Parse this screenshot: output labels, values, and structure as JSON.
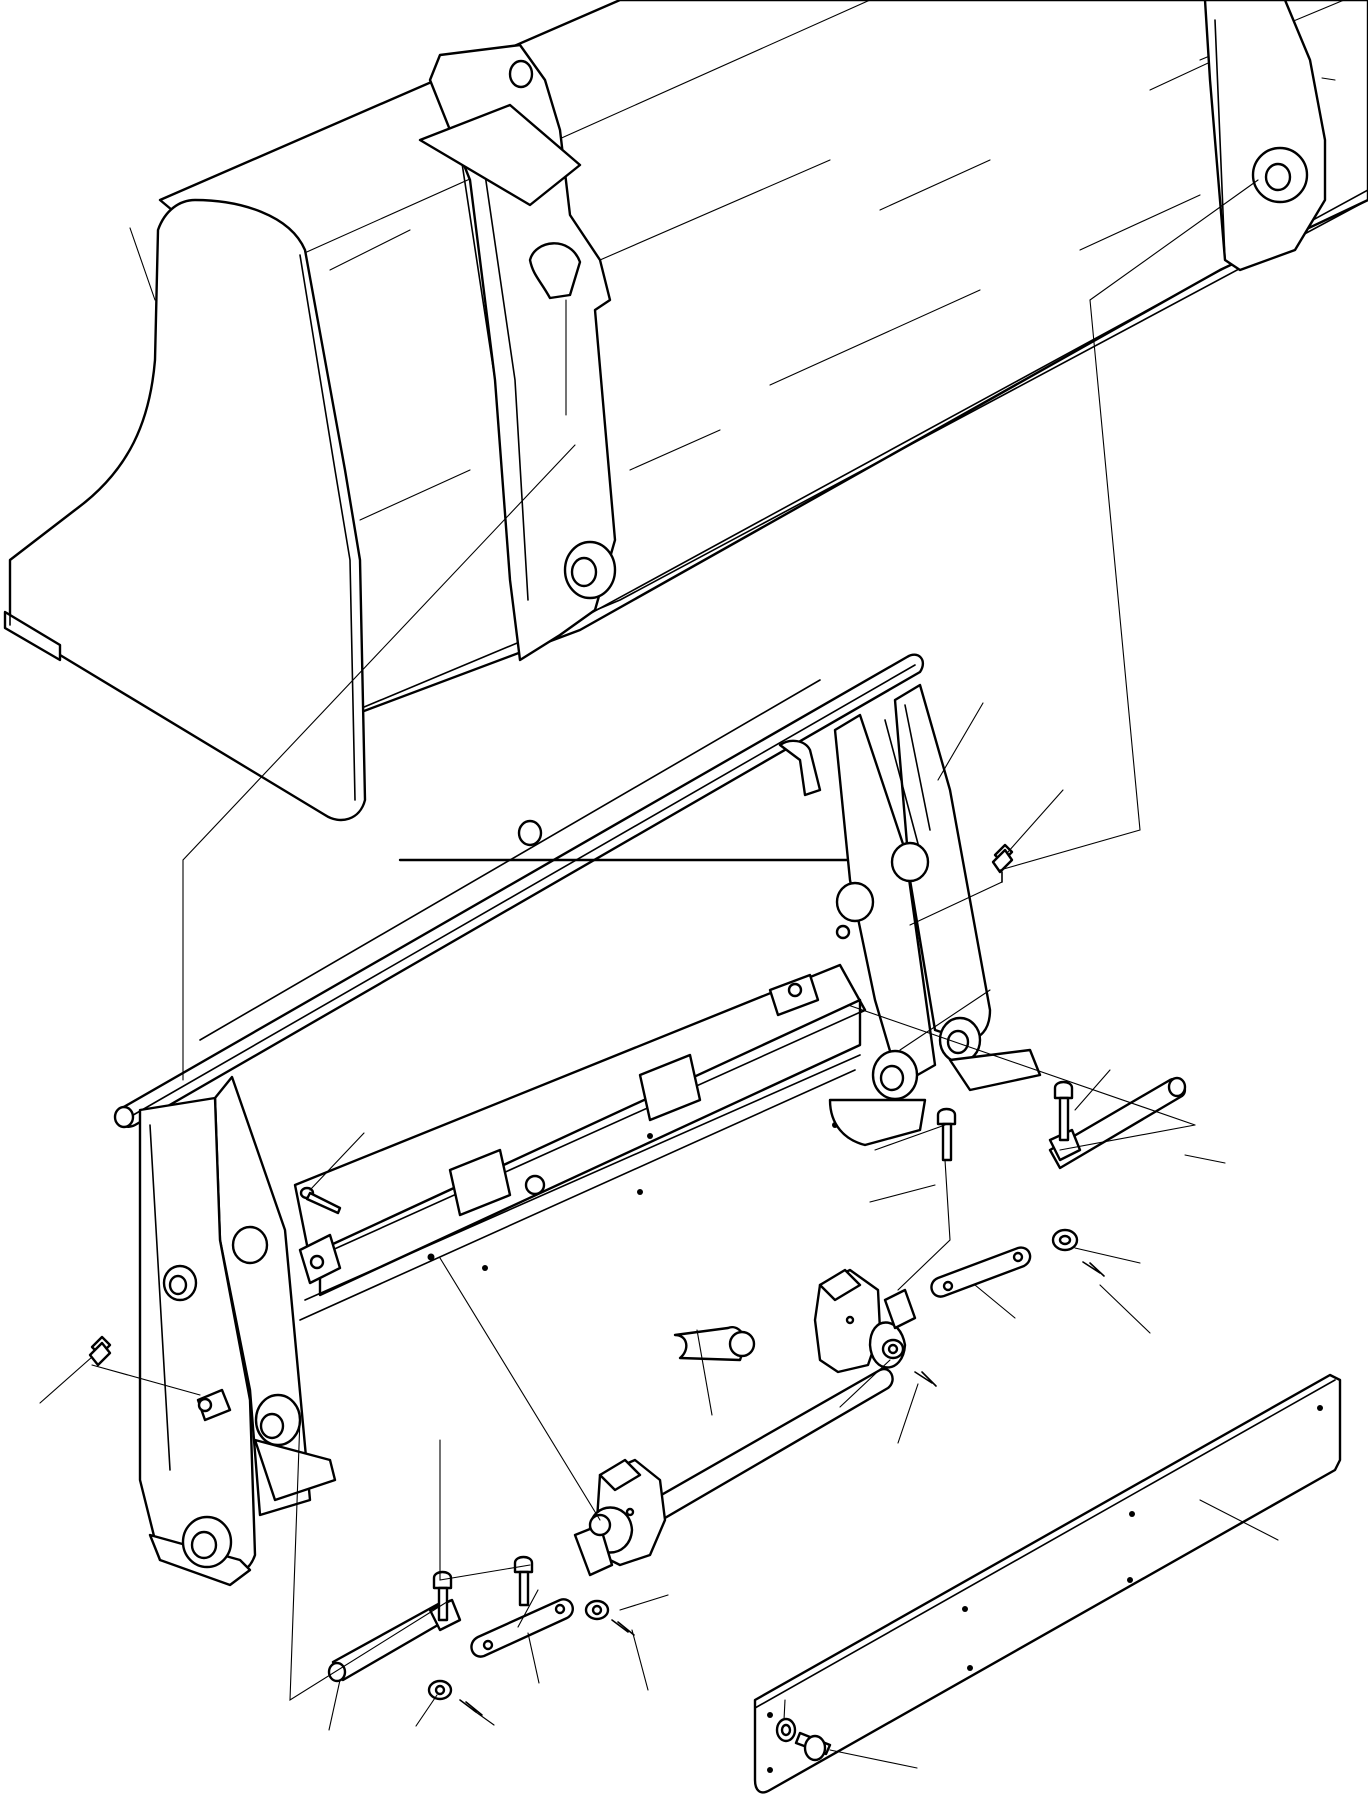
{
  "figure": {
    "type": "exploded-parts-diagram",
    "labels_printed": false,
    "colors": {
      "ink": "#000000",
      "background": "#ffffff"
    },
    "parts": [
      "bucket",
      "quick-coupler-frame",
      "grease-fitting",
      "screw",
      "locking-pin",
      "lock-shaft",
      "link-plate",
      "washer",
      "cotter-pin",
      "cover-plate",
      "bolt"
    ]
  }
}
